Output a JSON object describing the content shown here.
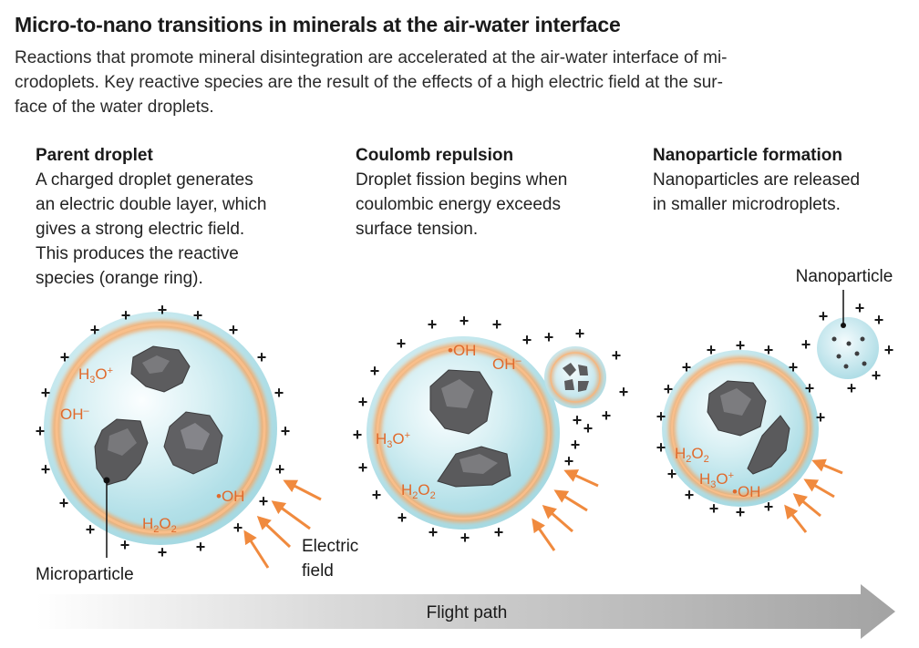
{
  "header": {
    "title": "Micro-to-nano transitions in minerals at the air-water interface",
    "subtitle_lines": [
      "Reactions that promote mineral disintegration are accelerated at the air-water interface of mi-",
      "crodoplets. Key reactive species are the result of the effects of a high electric field at the sur-",
      "face of the water droplets."
    ]
  },
  "panels": [
    {
      "heading": "Parent droplet",
      "lines": [
        "A charged droplet generates",
        "an electric double layer, which",
        "gives a strong electric field.",
        "This produces the reactive",
        "species (orange ring)."
      ]
    },
    {
      "heading": "Coulomb repulsion",
      "lines": [
        "Droplet fission begins when",
        "coulombic energy exceeds",
        "surface tension."
      ]
    },
    {
      "heading": "Nanoparticle formation",
      "lines": [
        "Nanoparticles are released",
        "in smaller microdroplets."
      ]
    }
  ],
  "labels": {
    "nanoparticle": "Nanoparticle",
    "microparticle": "Microparticle",
    "electric_field_1": "Electric",
    "electric_field_2": "field",
    "flight_path": "Flight path",
    "plus": "+"
  },
  "species": {
    "h3o": {
      "base": "H",
      "sub": "3",
      "mid": "O",
      "sup": "+"
    },
    "oh_minus": {
      "base": "OH",
      "sup": "–"
    },
    "oh_radical": "•OH",
    "h2o2": {
      "a": "H",
      "sub1": "2",
      "b": "O",
      "sub2": "2"
    }
  },
  "colors": {
    "species": "#e06a2c",
    "arrow": "#f08a3e",
    "droplet_light": "#eaf6f8",
    "droplet_mid": "#a9dde5",
    "ring": "#f5a25d",
    "rock": "#5a5a5c"
  }
}
